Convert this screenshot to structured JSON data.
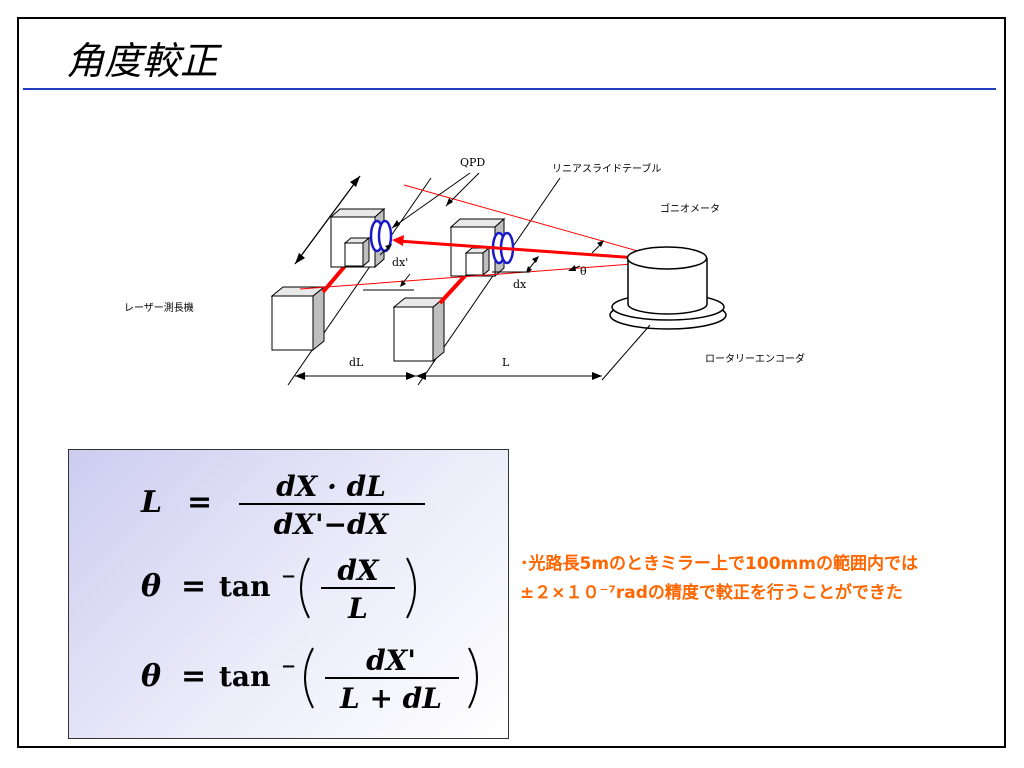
{
  "slide": {
    "title": "角度較正"
  },
  "diagram": {
    "labels": {
      "qpd": "QPD",
      "linear_slide_table": "リニアスライドテーブル",
      "goniometer": "ゴニオメータ",
      "laser_rangefinder": "レーザー測長機",
      "rotary_encoder": "ロータリーエンコーダ",
      "dx_prime": "dx'",
      "dx": "dx",
      "theta": "θ",
      "dL": "dL",
      "L": "L"
    },
    "colors": {
      "beam": "#ff0000",
      "qpd": "#1a1acc"
    }
  },
  "formulas": {
    "f1_lhs": "L",
    "f1_num": "dX · dL",
    "f1_den": "dX'−dX",
    "f2_lhs": "θ",
    "f2_func": "tan",
    "f2_exp": "−",
    "f2_num": "dX",
    "f2_den": "L",
    "f3_lhs": "θ",
    "f3_func": "tan",
    "f3_exp": "−",
    "f3_num": "dX'",
    "f3_den": "L + dL",
    "equals": "="
  },
  "note": {
    "line1": "･光路長5mのときミラー上で100mmの範囲内では",
    "line2": "±２×１０⁻⁷radの精度で較正を行うことができた",
    "color": "#ff6600"
  }
}
